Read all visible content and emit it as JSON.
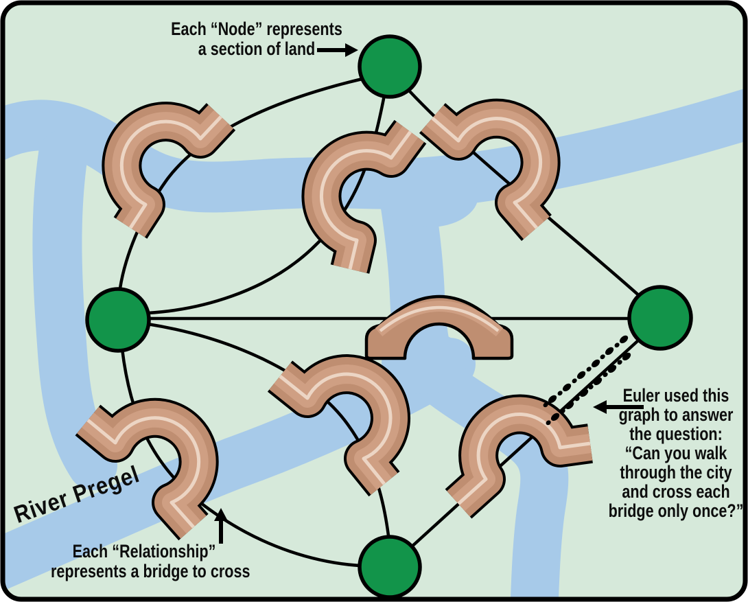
{
  "annotations": {
    "node": {
      "line1": "Each “Node” represents",
      "line2": "a section of land"
    },
    "relationship": {
      "line1": "Each “Relationship”",
      "line2": "represents a bridge to cross"
    },
    "euler": {
      "lines": [
        "Euler used this",
        "graph to answer",
        "the question:",
        "“Can you walk",
        "through the city",
        "and cross each",
        "bridge only once?”"
      ]
    },
    "river": {
      "label": "River Pregel"
    }
  },
  "graph": {
    "node_count": 4,
    "bridge_count": 7,
    "nodes": [
      "north-land",
      "island-land",
      "east-land",
      "south-land"
    ],
    "bridges": [
      {
        "from": "north-land",
        "to": "island-land",
        "via": "northwest-bridge"
      },
      {
        "from": "north-land",
        "to": "island-land",
        "via": "upper-middle-bridge"
      },
      {
        "from": "north-land",
        "to": "east-land",
        "via": "northeast-bridge"
      },
      {
        "from": "island-land",
        "to": "east-land",
        "via": "center-arch-bridge"
      },
      {
        "from": "island-land",
        "to": "south-land",
        "via": "lower-middle-bridge"
      },
      {
        "from": "island-land",
        "to": "south-land",
        "via": "southwest-bridge"
      },
      {
        "from": "south-land",
        "to": "east-land",
        "via": "southeast-bridge"
      }
    ]
  },
  "colors": {
    "land": "#d6e9da",
    "river": "#a7cae9",
    "node": "#12944a",
    "bridge": "#bf8e71",
    "bridge_shade": "#cf9f83",
    "bridge_stripe": "#ecd5c4",
    "outline": "#000000"
  },
  "icons": {
    "node_arrow": "right-arrow-icon",
    "relationship_arrow": "up-arrow-icon",
    "euler_arrow": "left-arrow-icon",
    "footprints": "footprints-icon"
  }
}
